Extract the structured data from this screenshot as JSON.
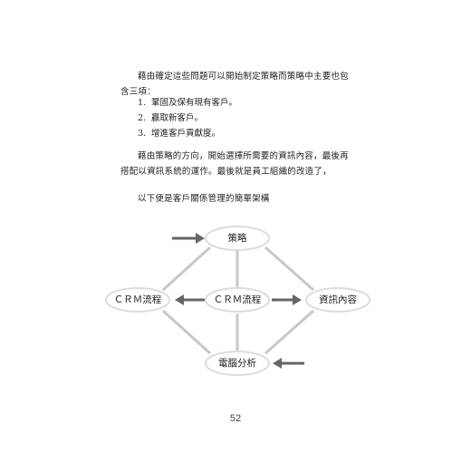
{
  "paragraphs": {
    "p1_line1": "藉由確定這些問題可以開始制定策略而策略中主要也包",
    "p1_line2": "含三項：",
    "items": [
      {
        "num": "1.",
        "text": "鞏固及保有現有客戶。"
      },
      {
        "num": "2.",
        "text": "贏取新客戶。"
      },
      {
        "num": "3.",
        "text": "增進客戶貢獻度。"
      }
    ],
    "p2_line1": "藉由策略的方向，開始選擇所需要的資訊內容，最後再",
    "p2_line2": "搭配以資訊系統的運作。最後就是員工組織的改造了，",
    "p3": "以下便是客戶關係管理的簡單架構"
  },
  "diagram": {
    "nodes": {
      "strategy": "策略",
      "crm_left": "ＣＲＭ流程",
      "crm_center": "ＣＲＭ流程",
      "info": "資訊內容",
      "analysis": "電腦分析"
    }
  },
  "page_number": "52"
}
